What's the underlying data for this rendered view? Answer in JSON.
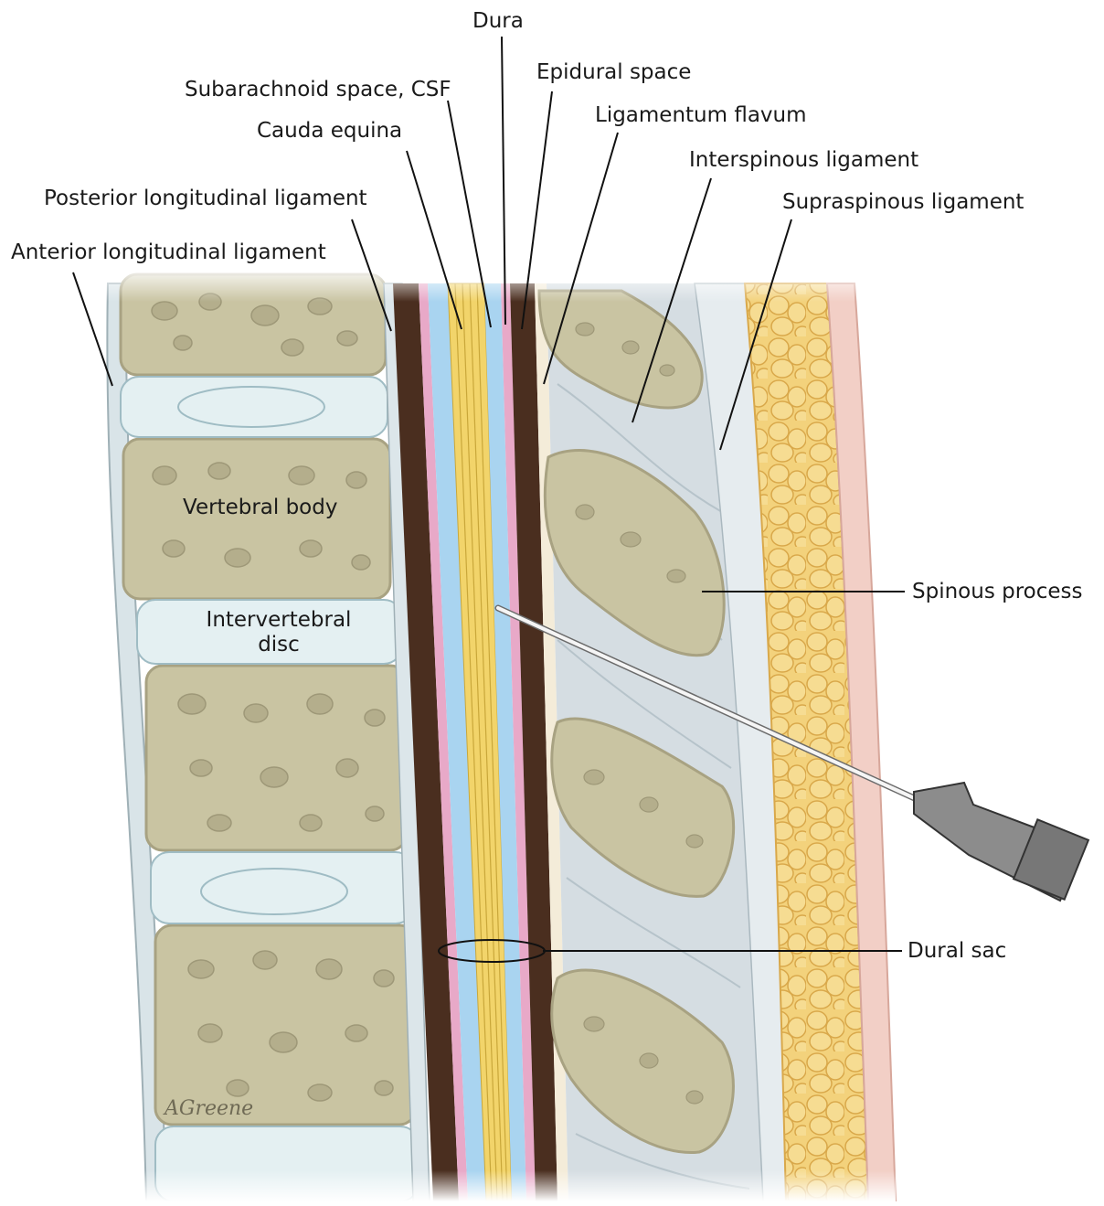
{
  "labels": {
    "dura": "Dura",
    "subarachnoid": "Subarachnoid space, CSF",
    "epidural": "Epidural space",
    "cauda_equina": "Cauda equina",
    "ligamentum_flavum": "Ligamentum flavum",
    "interspinous": "Interspinous ligament",
    "posterior_longitudinal": "Posterior longitudinal ligament",
    "supraspinous": "Supraspinous ligament",
    "anterior_longitudinal": "Anterior longitudinal ligament",
    "vertebral_body": "Vertebral body",
    "intervertebral_line1": "Intervertebral",
    "intervertebral_line2": "disc",
    "spinous_process": "Spinous process",
    "dural_sac": "Dural sac"
  },
  "signature": "AGreene",
  "colors": {
    "bone": "#c9c4a2",
    "bone_outline": "#a8a282",
    "disc": "#e4f0f2",
    "ligament_dark": "#4a2e1f",
    "csf_blue": "#a9d4f0",
    "cauda_yellow": "#f2d46a",
    "arachnoid_pink": "#e8a9c8",
    "fat_yellow": "#f0c86a",
    "skin_pink": "#f2cfc6",
    "ligament_grey": "#d5dde2"
  }
}
